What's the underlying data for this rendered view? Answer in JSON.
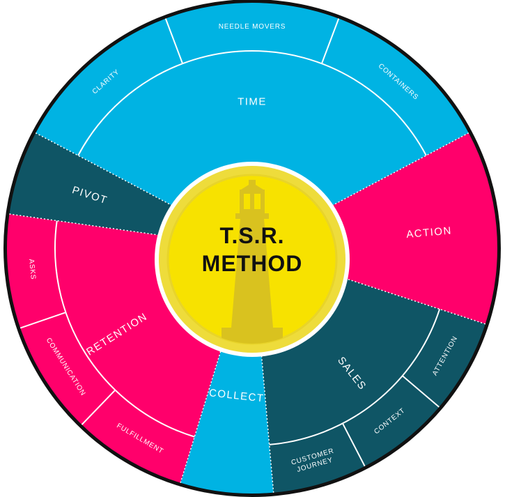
{
  "center": {
    "line1": "T.S.R.",
    "line2": "METHOD",
    "icon": "lighthouse-icon",
    "fill": "#f7e200",
    "ring": "#eedc3b"
  },
  "colors": {
    "blue": "#00b3e3",
    "pink": "#ff006b",
    "teal": "#0f5565",
    "border": "#111111"
  },
  "segments": [
    {
      "id": "time",
      "label": "TIME",
      "color": "blue",
      "subs": [
        "CLARITY",
        "NEEDLE MOVERS",
        "CONTAINERS"
      ]
    },
    {
      "id": "action",
      "label": "ACTION",
      "color": "pink",
      "subs": []
    },
    {
      "id": "sales",
      "label": "SALES",
      "color": "teal",
      "subs": [
        "ATTENTION",
        "CONTEXT",
        "CUSTOMER JOURNEY"
      ]
    },
    {
      "id": "collect",
      "label": "COLLECT",
      "color": "blue",
      "subs": []
    },
    {
      "id": "retention",
      "label": "RETENTION",
      "color": "pink",
      "subs": [
        "FULFILLMENT",
        "COMMUNICATION",
        "ASKS"
      ]
    },
    {
      "id": "pivot",
      "label": "PIVOT",
      "color": "teal",
      "subs": []
    }
  ]
}
